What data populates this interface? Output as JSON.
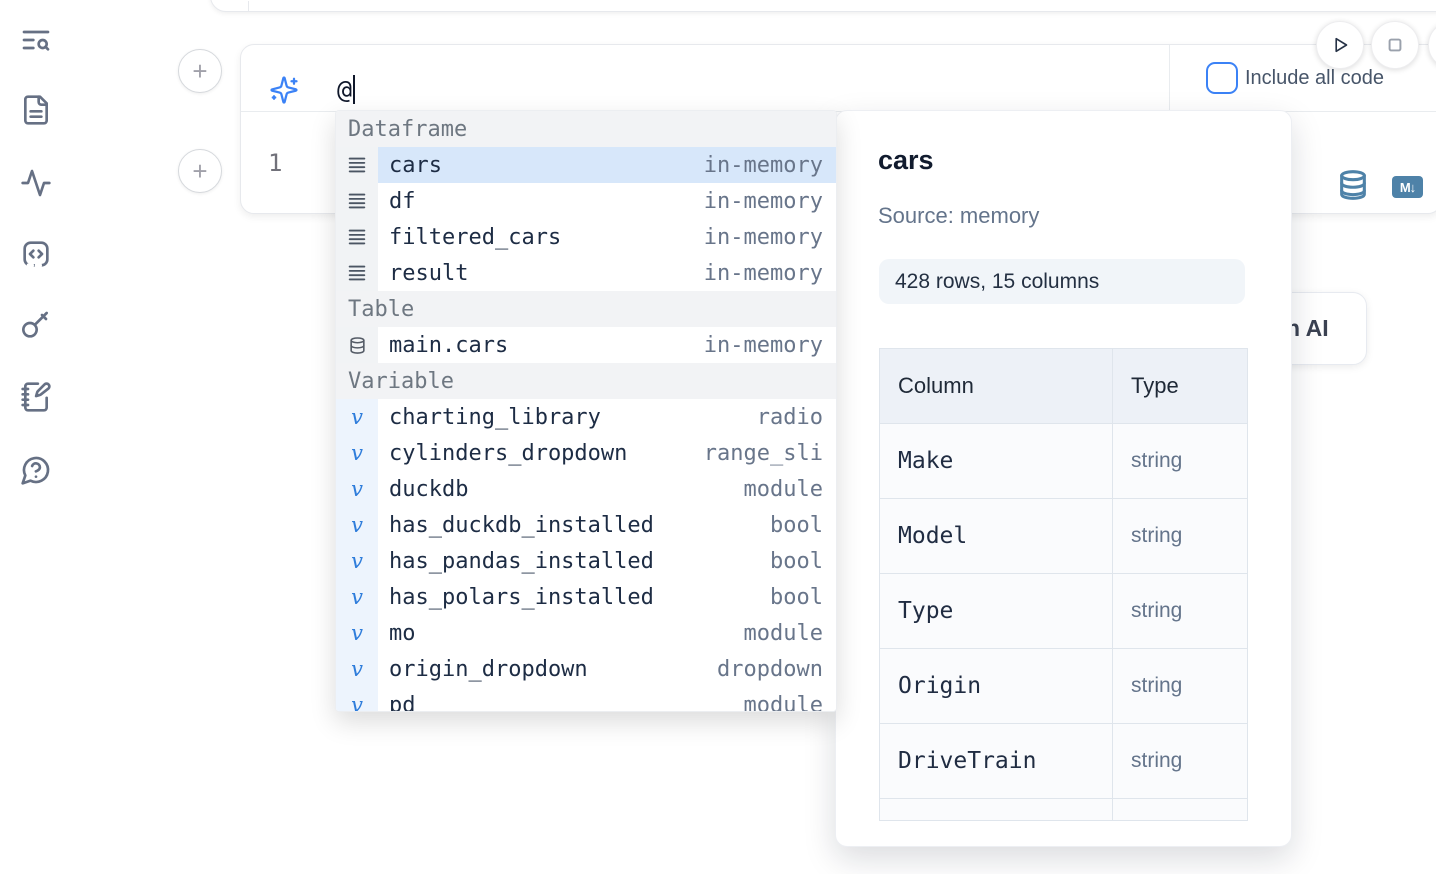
{
  "sidebar": {
    "items": [
      {
        "icon": "text-search-icon"
      },
      {
        "icon": "file-text-icon"
      },
      {
        "icon": "activity-icon"
      },
      {
        "icon": "code-snippet-icon"
      },
      {
        "icon": "key-icon"
      },
      {
        "icon": "notebook-pen-icon"
      },
      {
        "icon": "help-chat-icon"
      }
    ]
  },
  "cell": {
    "prompt": {
      "value": "@"
    },
    "include_all_code": {
      "label": "Include all code",
      "checked": false
    },
    "editor": {
      "line_number": "1"
    },
    "actions": [
      {
        "icon": "database-icon"
      },
      {
        "icon": "markdown-icon",
        "badge": "M↓"
      }
    ]
  },
  "run_controls": [
    {
      "icon": "play-icon"
    },
    {
      "icon": "stop-icon"
    },
    {
      "icon": "clipped-circle-button"
    }
  ],
  "ai_button": {
    "visible_text": "h AI"
  },
  "completion_menu": {
    "sections": [
      {
        "label": "Dataframe",
        "kind": "df",
        "icon": "rows-icon",
        "items": [
          {
            "name": "cars",
            "type": "in-memory",
            "selected": true
          },
          {
            "name": "df",
            "type": "in-memory"
          },
          {
            "name": "filtered_cars",
            "type": "in-memory"
          },
          {
            "name": "result",
            "type": "in-memory"
          }
        ]
      },
      {
        "label": "Table",
        "kind": "table",
        "icon": "database-icon",
        "items": [
          {
            "name": "main.cars",
            "type": "in-memory"
          }
        ]
      },
      {
        "label": "Variable",
        "kind": "var",
        "icon": "variable-icon",
        "items": [
          {
            "name": "charting_library",
            "type": "radio"
          },
          {
            "name": "cylinders_dropdown",
            "type": "range_sli"
          },
          {
            "name": "duckdb",
            "type": "module"
          },
          {
            "name": "has_duckdb_installed",
            "type": "bool"
          },
          {
            "name": "has_pandas_installed",
            "type": "bool"
          },
          {
            "name": "has_polars_installed",
            "type": "bool"
          },
          {
            "name": "mo",
            "type": "module"
          },
          {
            "name": "origin_dropdown",
            "type": "dropdown"
          },
          {
            "name": "pd",
            "type": "module"
          }
        ]
      }
    ]
  },
  "preview_panel": {
    "title": "cars",
    "source": "Source: memory",
    "shape_badge": "428 rows, 15 columns",
    "table": {
      "headers": [
        "Column",
        "Type"
      ],
      "rows": [
        [
          "Make",
          "string"
        ],
        [
          "Model",
          "string"
        ],
        [
          "Type",
          "string"
        ],
        [
          "Origin",
          "string"
        ],
        [
          "DriveTrain",
          "string"
        ],
        [
          "",
          ""
        ]
      ]
    }
  },
  "colors": {
    "accent": "#3b82f6",
    "steel_icon": "#4e82a8",
    "selection": "#d7e7fa"
  }
}
